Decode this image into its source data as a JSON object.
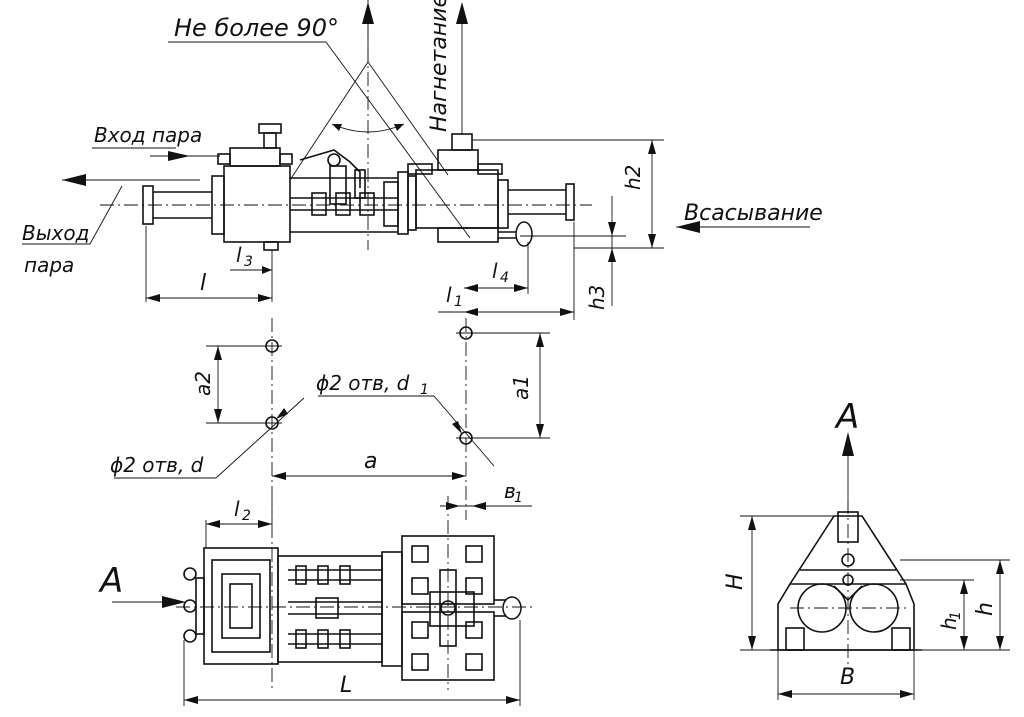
{
  "labels": {
    "angle_note": "Не более 90°",
    "discharge": "Нагнетание",
    "steam_inlet": "Вход пара",
    "steam_outlet_line1": "Выход",
    "steam_outlet_line2": "пара",
    "suction": "Всасывание",
    "view_a_top": "A",
    "view_a_left": "A",
    "holes_d": "ϕ2 отв, d",
    "holes_d1": "ϕ2 отв, d",
    "holes_d1_sub": "1"
  },
  "dimensions": {
    "h2": "h2",
    "h3": "h3",
    "l": "l",
    "l3": "l",
    "l3_sub": "3",
    "l4": "l",
    "l4_sub": "4",
    "l1": "l",
    "l1_sub": "1",
    "a": "a",
    "a1": "a1",
    "a2": "a2",
    "b1": "в",
    "b1_sub": "1",
    "l2": "l",
    "l2_sub": "2",
    "L": "L",
    "H": "H",
    "h": "h",
    "h1": "h",
    "h1_sub": "1",
    "B": "B"
  }
}
